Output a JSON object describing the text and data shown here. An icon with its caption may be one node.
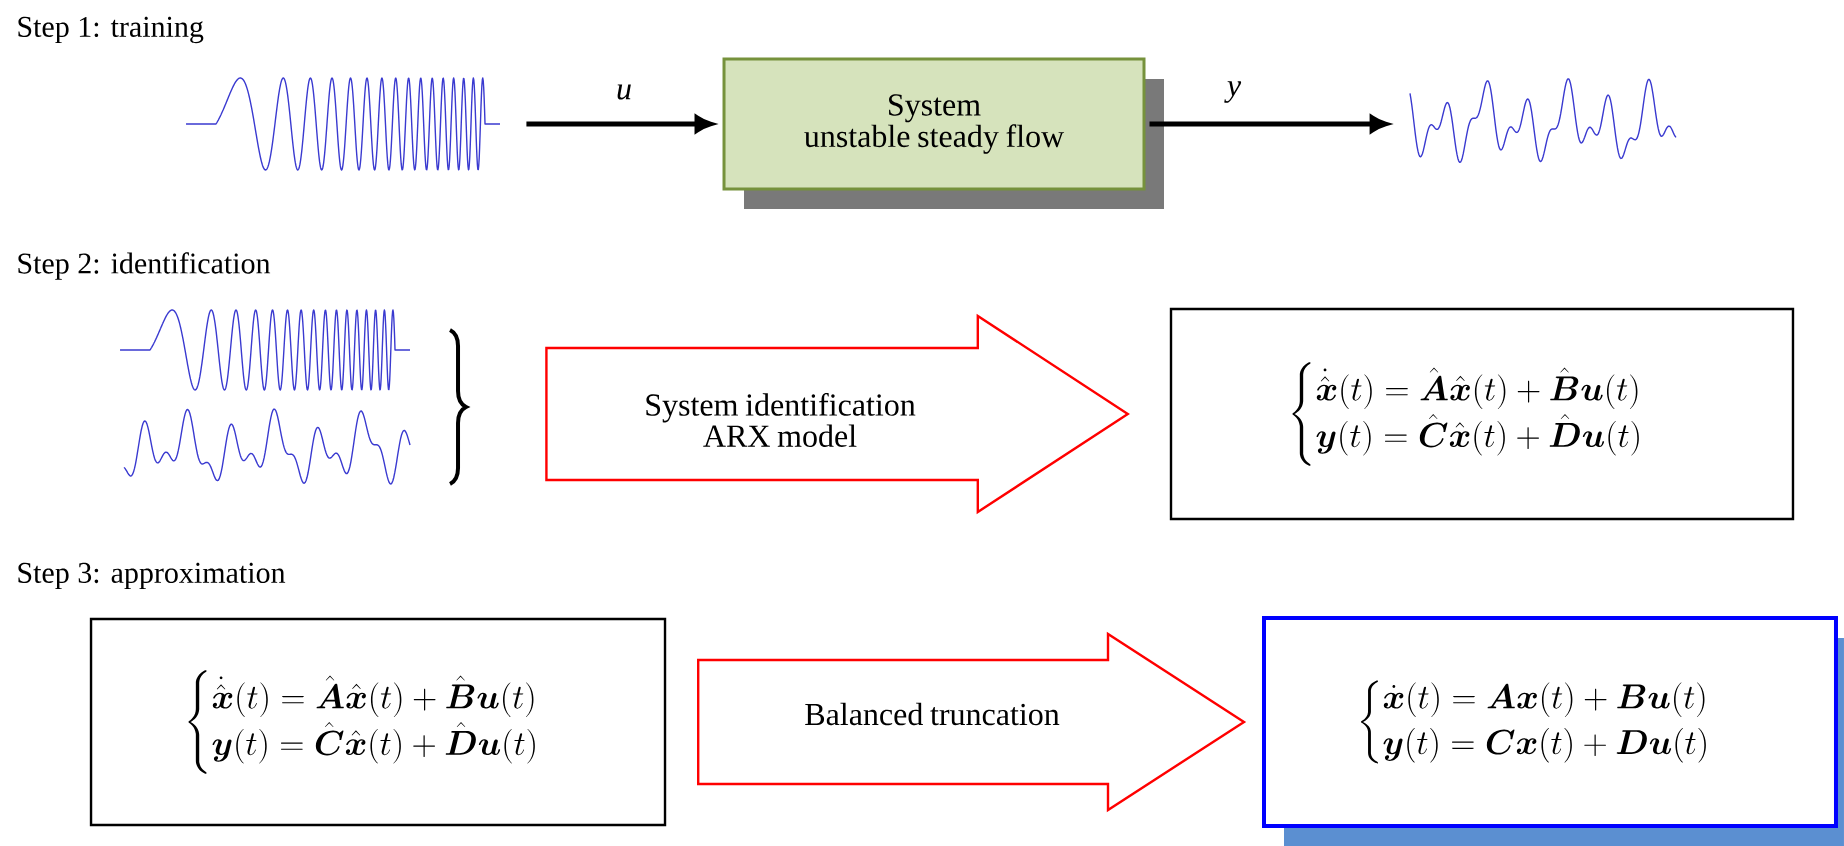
{
  "diagram": {
    "nodes": [
      {
        "text": [],
        "shape": "picture"
      },
      {
        "text": [
          "System",
          "unstable steady flow"
        ]
      },
      {
        "text": [],
        "shape": "picture"
      },
      {
        "text": [],
        "shape": "picture"
      },
      {
        "text": [],
        "shape": "picture"
      },
      {
        "text": [
          "\\begin{cases}\\dot{\\hat{\\boldsymbol{x}}}(t)=\\hat{\\boldsymbol{A}}\\hat{\\boldsymbol{x}}(t)+\\hat{\\boldsymbol{B}}\\boldsymbol{u}(t)\\\\ \\boldsymbol{y}(t)=\\hat{\\boldsymbol{C}}\\hat{\\boldsymbol{x}}(t)+\\hat{\\boldsymbol{D}}\\boldsymbol{u}(t)\\end{cases}"
        ]
      },
      {
        "text": [
          "\\begin{cases}\\dot{\\hat{\\boldsymbol{x}}}(t)=\\hat{\\boldsymbol{A}}\\hat{\\boldsymbol{x}}(t)+\\hat{\\boldsymbol{B}}\\boldsymbol{u}(t)\\\\ \\boldsymbol{y}(t)=\\hat{\\boldsymbol{C}}\\hat{\\boldsymbol{x}}(t)+\\hat{\\boldsymbol{D}}\\boldsymbol{u}(t)\\end{cases}"
        ]
      },
      {
        "text": [
          "\\begin{cases}\\dot{\\boldsymbol{x}}(t)=\\boldsymbol{A}\\boldsymbol{x}(t)+\\boldsymbol{B}\\boldsymbol{u}(t)\\\\ \\boldsymbol{y}(t)=\\boldsymbol{C}\\boldsymbol{x}(t)+\\boldsymbol{D}\\boldsymbol{u}(t)\\end{cases}"
        ]
      }
    ],
    "edges": [
      {
        "from": 0,
        "to": 1,
        "arrow": "to",
        "label": "*u*"
      },
      {
        "from": 1,
        "to": 2,
        "arrow": "to",
        "label": "*y*"
      },
      {
        "from": 3,
        "to": 5,
        "arrow": "to",
        "label": "System identification ARX model",
        "color": "#ff0000"
      },
      {
        "from": 4,
        "to": 5,
        "arrow": "to",
        "color": "#ff0000"
      },
      {
        "from": 6,
        "to": 7,
        "arrow": "to",
        "label": "Balanced truncation",
        "color": "#ff0000"
      }
    ],
    "labels": [
      "Step 1: training",
      "Step 2: identification",
      "Step 3: approximation"
    ]
  }
}
